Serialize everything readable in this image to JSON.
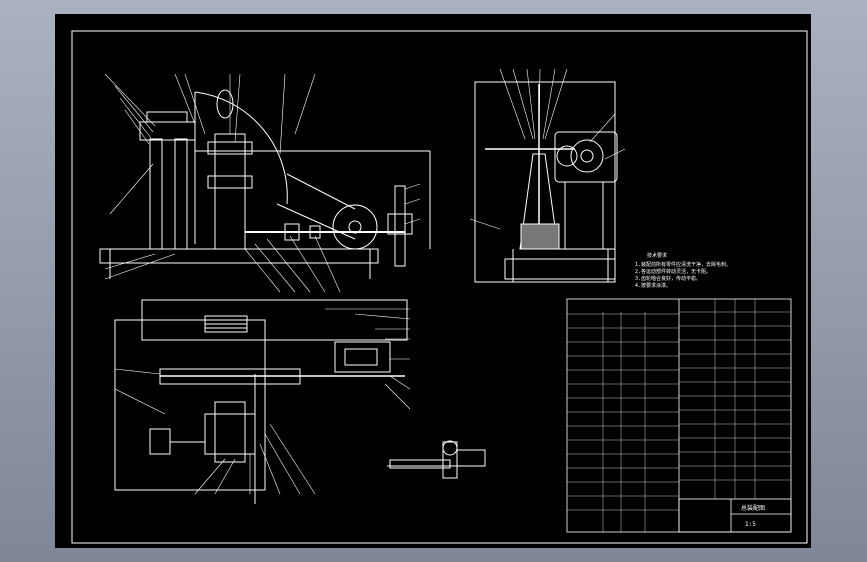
{
  "viewer": {
    "background_color": "#8e96a6",
    "sheet_color": "#000000",
    "line_color": "#ffffff"
  },
  "drawing": {
    "sheet_frame": "outer-border",
    "views": [
      "front-view",
      "side-view",
      "top-view",
      "detail-view"
    ],
    "technical_requirements_title": "技术要求",
    "technical_requirements": [
      "1.装配前所有零件应清洗干净，去除毛刺。",
      "2.各运动部件转动灵活，无卡阻。",
      "3.齿轮啮合良好，传动平稳。",
      "4.按要求涂漆。"
    ],
    "title_block": {
      "drawing_title": "总装配图",
      "scale": "1:5"
    }
  }
}
